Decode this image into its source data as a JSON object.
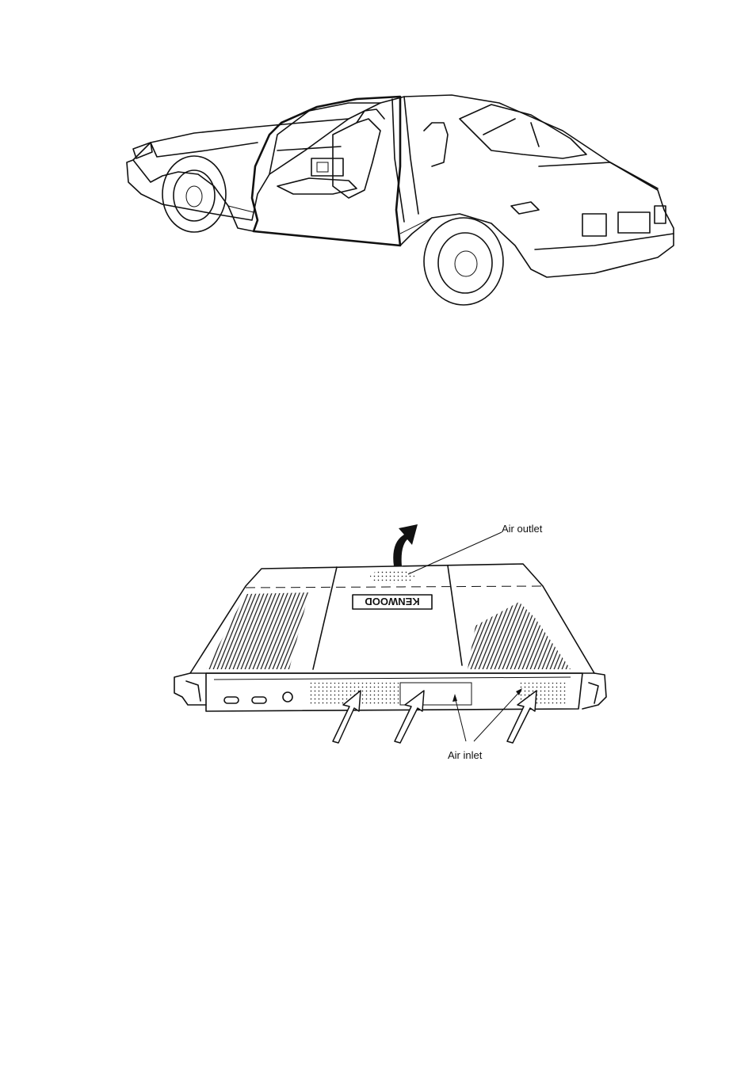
{
  "diagram": {
    "amplifier": {
      "brand": "KENWOOD",
      "labels": {
        "air_outlet": "Air outlet",
        "air_inlet": "Air inlet"
      }
    }
  },
  "colors": {
    "line": "#111111",
    "background": "#ffffff"
  }
}
